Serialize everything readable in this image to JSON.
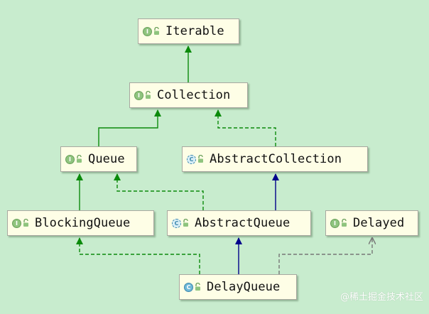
{
  "colors": {
    "background": "#c8ecce",
    "node_fill": "#fefee6",
    "extends_interface_edge": "#0b8a0b",
    "extends_class_edge": "#00008b",
    "dependency_edge": "#888888"
  },
  "nodes": [
    {
      "id": "iterable",
      "label": "Iterable",
      "kind": "I",
      "icon": "interface-icon"
    },
    {
      "id": "collection",
      "label": "Collection",
      "kind": "I",
      "icon": "interface-icon"
    },
    {
      "id": "queue",
      "label": "Queue",
      "kind": "I",
      "icon": "interface-icon"
    },
    {
      "id": "abstract_collection",
      "label": "AbstractCollection",
      "kind": "C",
      "abstract": true,
      "icon": "abstract-class-icon"
    },
    {
      "id": "blocking_queue",
      "label": "BlockingQueue",
      "kind": "I",
      "icon": "interface-icon"
    },
    {
      "id": "abstract_queue",
      "label": "AbstractQueue",
      "kind": "C",
      "abstract": true,
      "icon": "abstract-class-icon"
    },
    {
      "id": "delayed",
      "label": "Delayed",
      "kind": "I",
      "icon": "interface-icon"
    },
    {
      "id": "delay_queue",
      "label": "DelayQueue",
      "kind": "C",
      "abstract": false,
      "icon": "class-icon"
    }
  ],
  "edges": [
    {
      "from": "collection",
      "to": "iterable",
      "type": "extends-interface"
    },
    {
      "from": "queue",
      "to": "collection",
      "type": "extends-interface"
    },
    {
      "from": "abstract_collection",
      "to": "collection",
      "type": "implements"
    },
    {
      "from": "blocking_queue",
      "to": "queue",
      "type": "extends-interface"
    },
    {
      "from": "abstract_queue",
      "to": "queue",
      "type": "implements"
    },
    {
      "from": "abstract_queue",
      "to": "abstract_collection",
      "type": "extends-class"
    },
    {
      "from": "delay_queue",
      "to": "blocking_queue",
      "type": "implements"
    },
    {
      "from": "delay_queue",
      "to": "abstract_queue",
      "type": "extends-class"
    },
    {
      "from": "delay_queue",
      "to": "delayed",
      "type": "dependency"
    }
  ],
  "watermark": "@稀土掘金技术社区"
}
